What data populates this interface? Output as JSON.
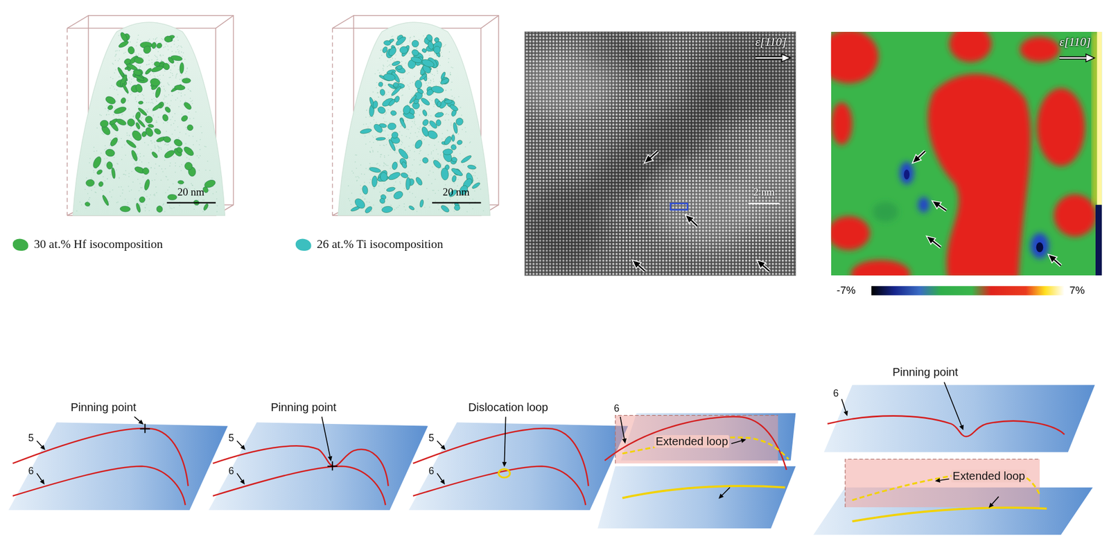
{
  "diagram": {
    "labels": [
      "20 nm",
      "20 nm",
      "ε[110]",
      "2 nm",
      "ε[110]",
      "-7%",
      "7%",
      "Pinning point",
      "5",
      "6",
      "Pinning point",
      "5",
      "6",
      "Dislocation loop",
      "5",
      "6",
      "6",
      "Extended loop",
      "6",
      "Pinning point",
      "Extended loop"
    ],
    "legend": [
      {
        "text": "30 at.% Hf isocomposition",
        "color": "#3fae49"
      },
      {
        "text": "26 at.% Ti isocomposition",
        "color": "#3cbfbf"
      }
    ]
  }
}
